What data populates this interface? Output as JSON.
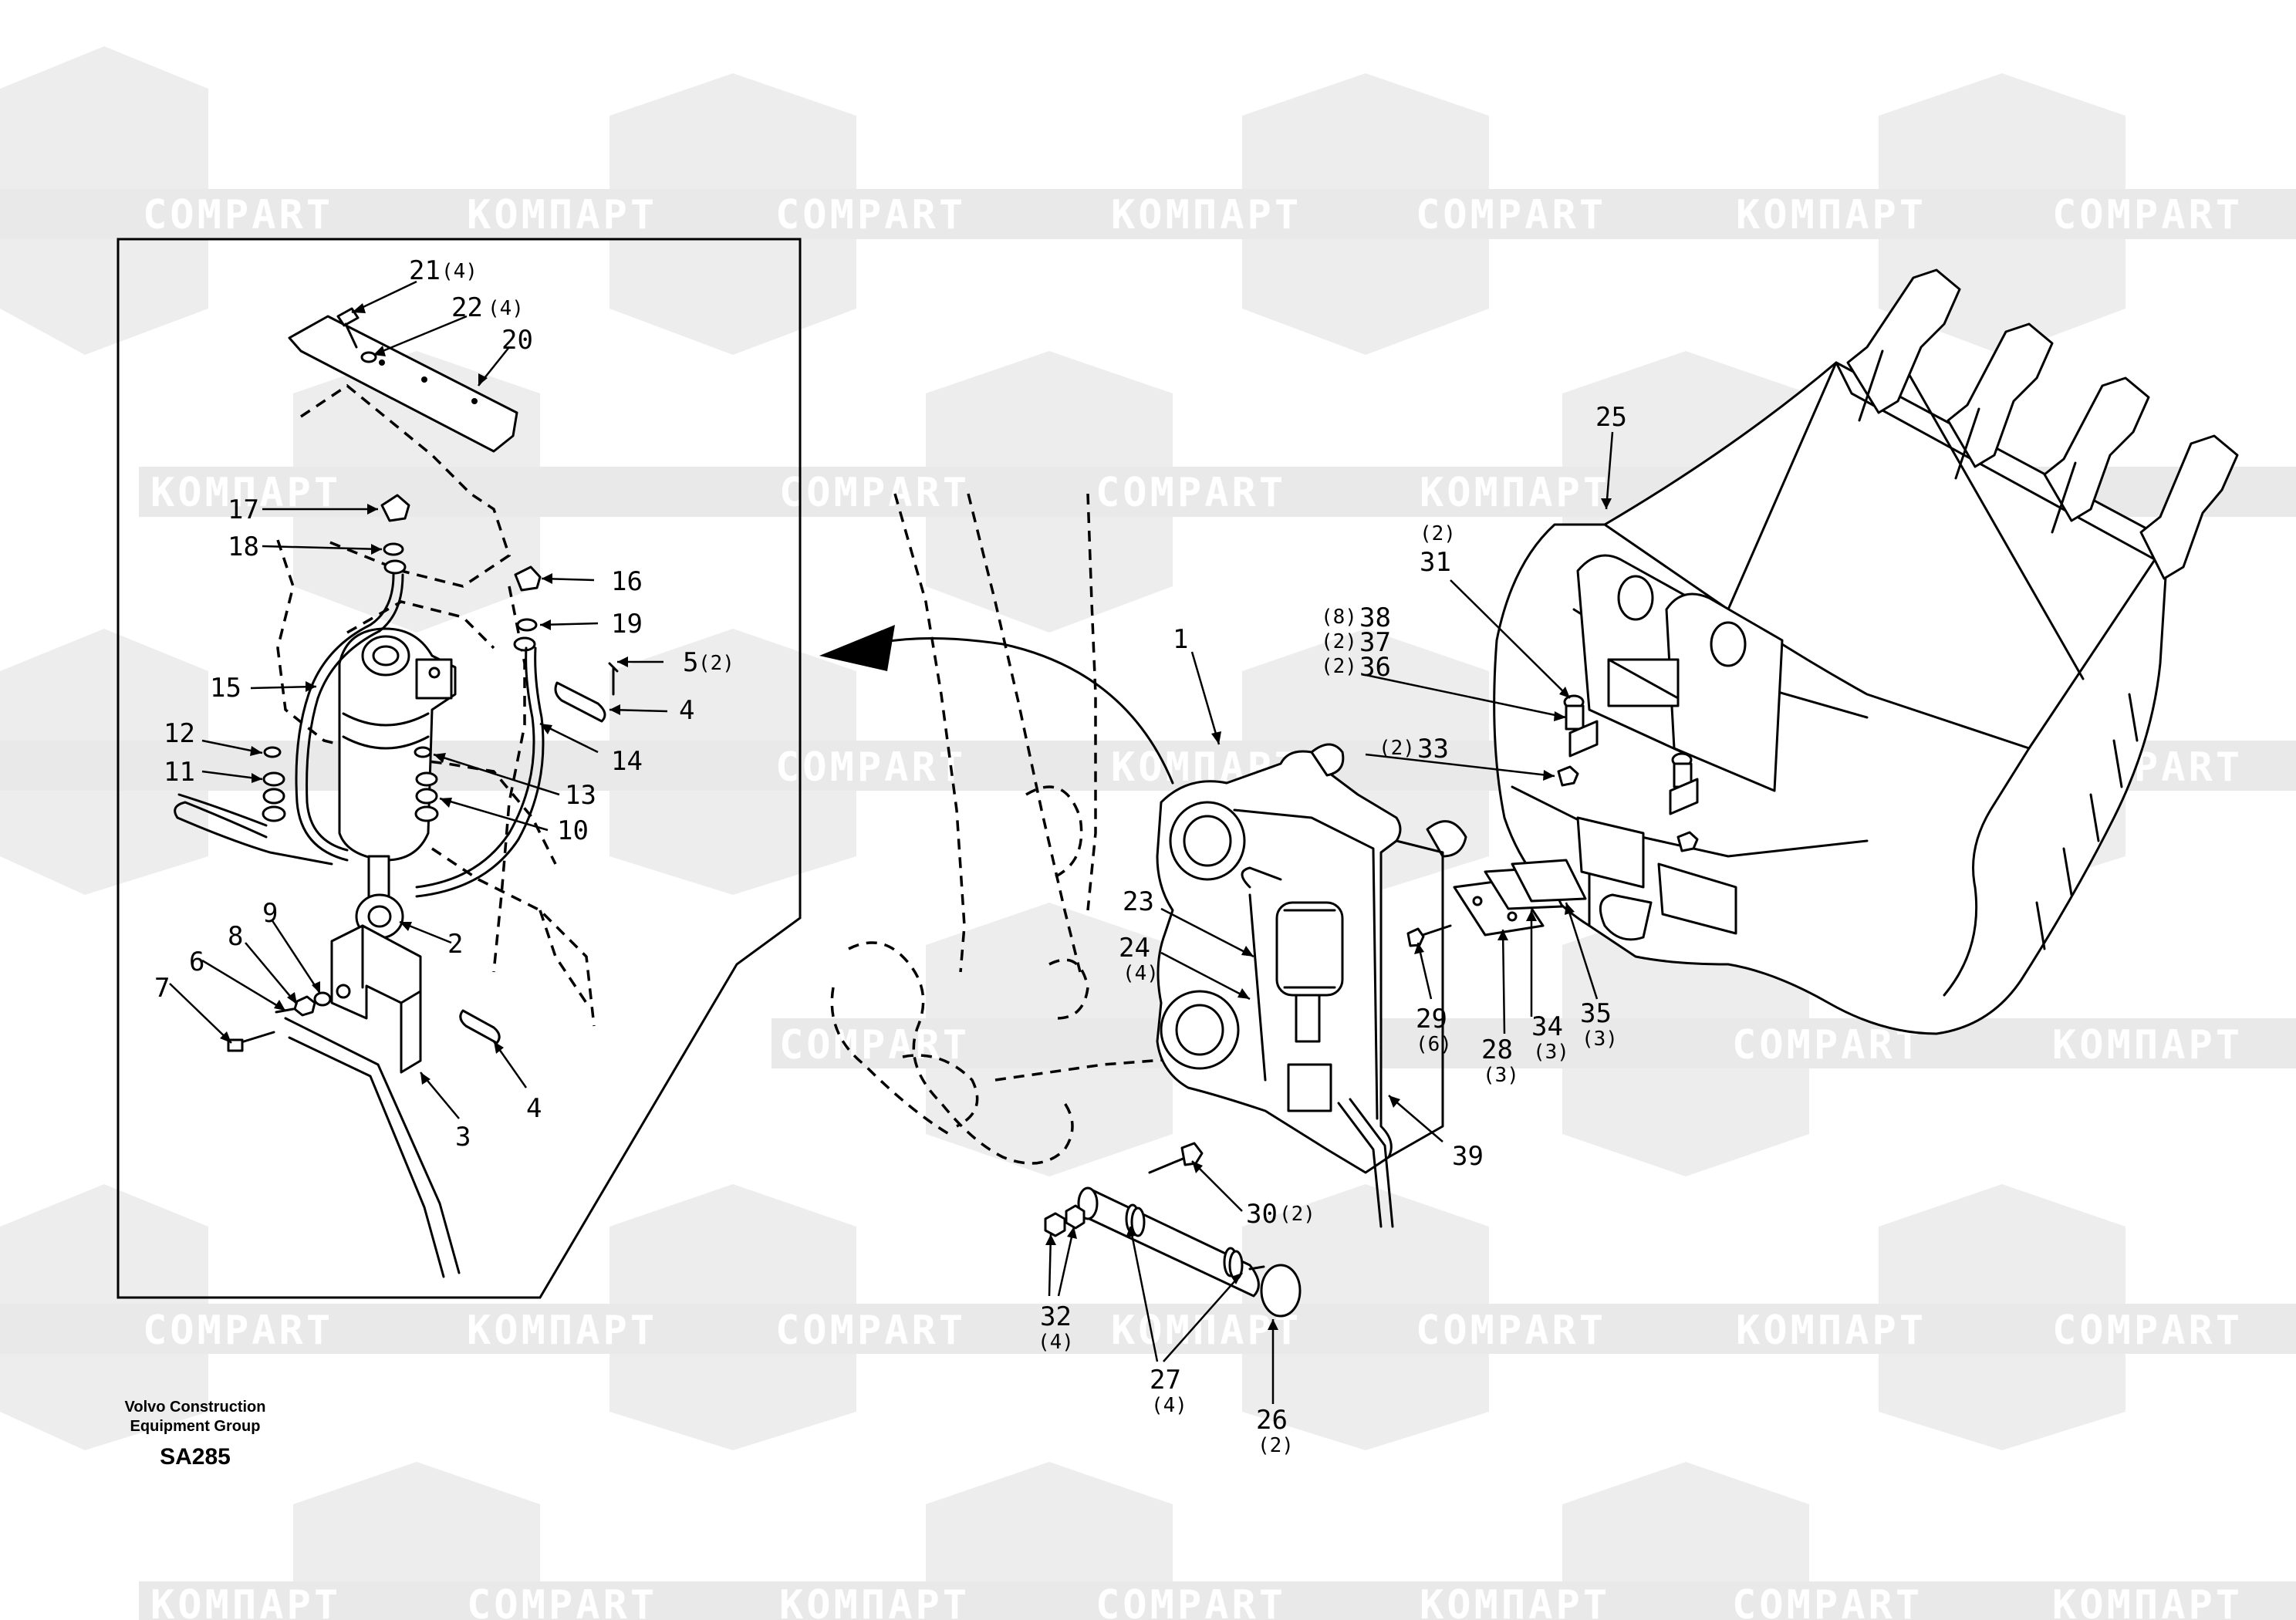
{
  "watermarks": {
    "latin": "COMPART",
    "cyrillic": "КОМПАРТ"
  },
  "footer": {
    "company_line1": "Volvo Construction",
    "company_line2": "Equipment Group",
    "drawing_code": "SA285"
  },
  "callouts": {
    "p1": "1",
    "p2": "2",
    "p3": "3",
    "p4a": "4",
    "p4b": "4",
    "p5": "5",
    "p5q": "(2)",
    "p6": "6",
    "p7": "7",
    "p8": "8",
    "p9": "9",
    "p10": "10",
    "p11": "11",
    "p12": "12",
    "p13": "13",
    "p14": "14",
    "p15": "15",
    "p16": "16",
    "p17": "17",
    "p18": "18",
    "p19": "19",
    "p20": "20",
    "p21": "21",
    "p21q": "(4)",
    "p22": "22",
    "p22q": "(4)",
    "p23": "23",
    "p24": "24",
    "p24q": "(4)",
    "p25": "25",
    "p26": "26",
    "p26q": "(2)",
    "p27": "27",
    "p27q": "(4)",
    "p28": "28",
    "p28q": "(3)",
    "p29": "29",
    "p29q": "(6)",
    "p30": "30",
    "p30q": "(2)",
    "p31": "31",
    "p31q": "(2)",
    "p32": "32",
    "p32q": "(4)",
    "p33": "33",
    "p33q": "(2)",
    "p34": "34",
    "p34q": "(3)",
    "p35": "35",
    "p35q": "(3)",
    "p36": "36",
    "p36q": "(2)",
    "p37": "37",
    "p37q": "(2)",
    "p38": "38",
    "p38q": "(8)",
    "p39": "39"
  }
}
